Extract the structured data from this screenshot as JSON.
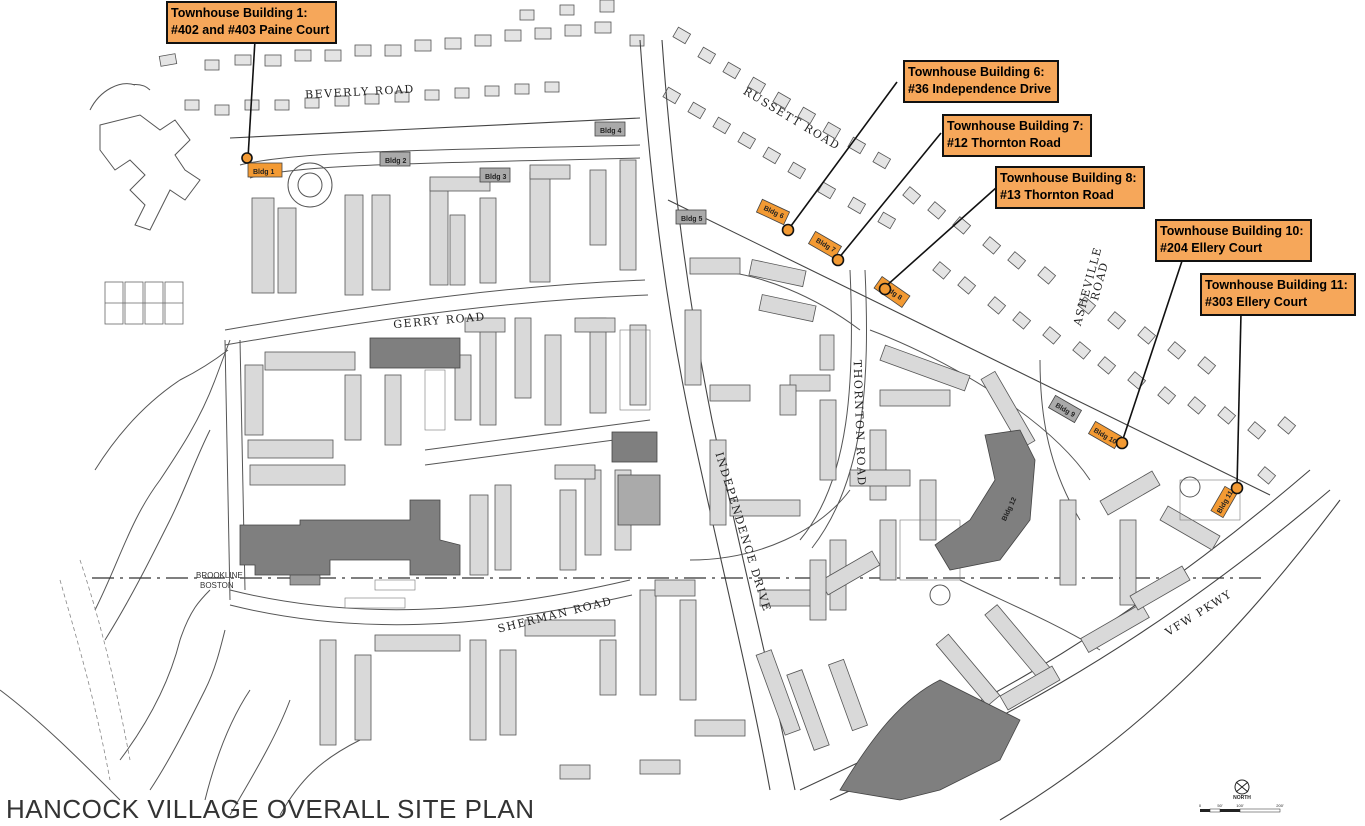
{
  "title": "HANCOCK VILLAGE OVERALL SITE PLAN",
  "roads": {
    "beverly": "BEVERLY ROAD",
    "russett": "RUSSETT ROAD",
    "gerry": "GERRY ROAD",
    "sherman": "SHERMAN ROAD",
    "independence": "INDEPENDENCE DRIVE",
    "thornton": "THORNTON ROAD",
    "asheville_1": "ASHEVILLE",
    "asheville_2": "ROAD",
    "vfw": "VFW PKWY"
  },
  "boundary": {
    "brookline": "BROOKLINE",
    "boston": "BOSTON"
  },
  "buildings": {
    "b1": "Bldg 1",
    "b2": "Bldg 2",
    "b3": "Bldg 3",
    "b4": "Bldg 4",
    "b5": "Bldg 5",
    "b6": "Bldg 6",
    "b7": "Bldg 7",
    "b8": "Bldg 8",
    "b9": "Bldg 9",
    "b10": "Bldg 10",
    "b11": "Bldg 11",
    "b12": "Bldg 12"
  },
  "callouts": [
    {
      "line1": "Townhouse Building 1:",
      "line2": "#402 and #403 Paine Court"
    },
    {
      "line1": "Townhouse Building 6:",
      "line2": "#36 Independence Drive"
    },
    {
      "line1": "Townhouse Building 7:",
      "line2": "#12 Thornton Road"
    },
    {
      "line1": "Townhouse Building 8:",
      "line2": "#13 Thornton Road"
    },
    {
      "line1": "Townhouse Building 10:",
      "line2": "#204 Ellery Court"
    },
    {
      "line1": "Townhouse Building 11:",
      "line2": "#303 Ellery Court"
    }
  ],
  "north_arrow": {
    "label": "NORTH",
    "scale_ticks": [
      "0",
      "50'",
      "100'",
      "200'"
    ]
  },
  "colors": {
    "callout_fill": "#f6a75a",
    "marker": "#f39a33",
    "existing_building": "#d6d6d6",
    "new_building": "#808080",
    "road": "#ffffff",
    "line": "#555555"
  }
}
